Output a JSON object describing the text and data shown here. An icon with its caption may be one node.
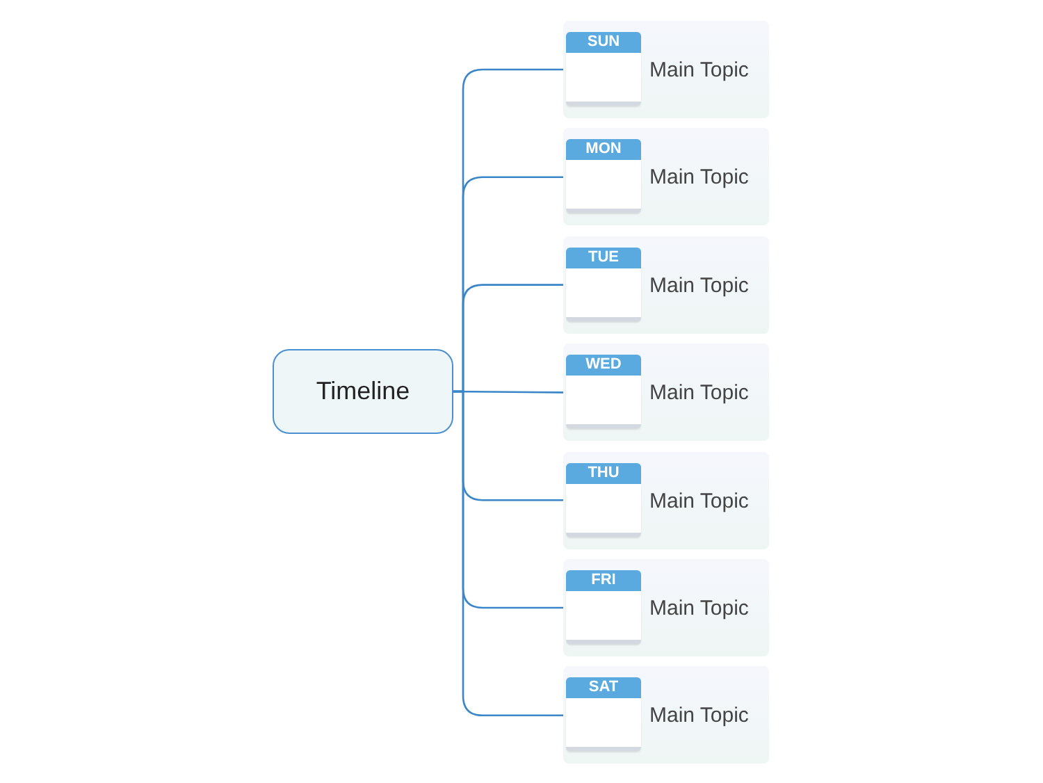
{
  "diagram": {
    "nodes": [
      {
        "text": [
          "Timeline"
        ]
      },
      {
        "text": [
          "SUN",
          "Main Topic"
        ]
      },
      {
        "text": [
          "MON",
          "Main Topic"
        ]
      },
      {
        "text": [
          "TUE",
          "Main Topic"
        ]
      },
      {
        "text": [
          "WED",
          "Main Topic"
        ]
      },
      {
        "text": [
          "THU",
          "Main Topic"
        ]
      },
      {
        "text": [
          "FRI",
          "Main Topic"
        ]
      },
      {
        "text": [
          "SAT",
          "Main Topic"
        ]
      }
    ],
    "edges": [
      {
        "from": 0,
        "to": 1,
        "arrow": "none"
      },
      {
        "from": 0,
        "to": 2,
        "arrow": "none"
      },
      {
        "from": 0,
        "to": 3,
        "arrow": "none"
      },
      {
        "from": 0,
        "to": 4,
        "arrow": "none"
      },
      {
        "from": 0,
        "to": 5,
        "arrow": "none"
      },
      {
        "from": 0,
        "to": 6,
        "arrow": "none"
      },
      {
        "from": 0,
        "to": 7,
        "arrow": "none"
      }
    ]
  }
}
